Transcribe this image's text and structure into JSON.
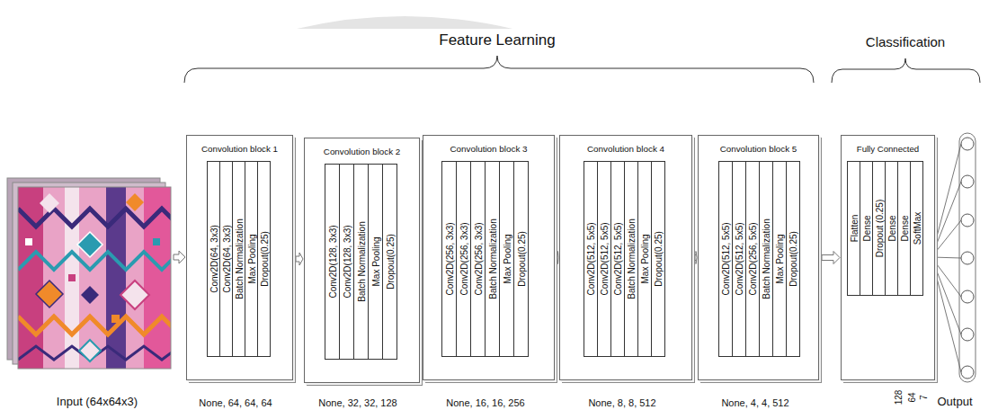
{
  "diagram": {
    "nodes": [
      {
        "text": [
          "Convolution block 1"
        ]
      },
      {
        "text": [
          "Conv2D(64, 3x3)"
        ],
        "in": 0
      },
      {
        "text": [
          "Conv2D(64, 3x3)"
        ],
        "in": 0
      },
      {
        "text": [
          "Batch Normalization"
        ],
        "in": 0
      },
      {
        "text": [
          "Max Pooling"
        ],
        "in": 0
      },
      {
        "text": [
          "Dropout(0.25)"
        ],
        "in": 0
      },
      {
        "text": [
          "Convolution block 2"
        ]
      },
      {
        "text": [
          "Conv2D(128, 3x3)"
        ],
        "in": 6
      },
      {
        "text": [
          "Conv2D(128, 3x3)"
        ],
        "in": 6
      },
      {
        "text": [
          "Batch Normalization"
        ],
        "in": 6
      },
      {
        "text": [
          "Max Pooling"
        ],
        "in": 6
      },
      {
        "text": [
          "Dropout(0.25)"
        ],
        "in": 6
      },
      {
        "text": [
          "Convolution block 3"
        ]
      },
      {
        "text": [
          "Conv2D(256, 3x3)"
        ],
        "in": 12
      },
      {
        "text": [
          "Conv2D(256, 3x3)"
        ],
        "in": 12
      },
      {
        "text": [
          "Conv2D(256, 3x3)"
        ],
        "in": 12
      },
      {
        "text": [
          "Batch Normalization"
        ],
        "in": 12
      },
      {
        "text": [
          "Max Pooling"
        ],
        "in": 12
      },
      {
        "text": [
          "Dropout(0.25)"
        ],
        "in": 12
      },
      {
        "text": [
          "Convolution block 4"
        ]
      },
      {
        "text": [
          "Conv2D(512, 5x5)"
        ],
        "in": 19
      },
      {
        "text": [
          "Conv2D(512, 5x5)"
        ],
        "in": 19
      },
      {
        "text": [
          "Conv2D(512, 5x5)"
        ],
        "in": 19
      },
      {
        "text": [
          "Batch Normalization"
        ],
        "in": 19
      },
      {
        "text": [
          "Max Pooling"
        ],
        "in": 19
      },
      {
        "text": [
          "Dropout(0.25)"
        ],
        "in": 19
      },
      {
        "text": [
          "Convolution block 5"
        ]
      },
      {
        "text": [
          "Conv2D(512, 5x5)"
        ],
        "in": 26
      },
      {
        "text": [
          "Conv2D(512, 5x5)"
        ],
        "in": 26
      },
      {
        "text": [
          "Conv2D(256, 5x5)"
        ],
        "in": 26
      },
      {
        "text": [
          "Batch Normalization"
        ],
        "in": 26
      },
      {
        "text": [
          "Max Pooling"
        ],
        "in": 26
      },
      {
        "text": [
          "Dropout(0.25)"
        ],
        "in": 26
      },
      {
        "text": [
          "Fully Connected"
        ]
      },
      {
        "text": [
          "Flatten"
        ],
        "in": 33
      },
      {
        "text": [
          "Dense"
        ],
        "in": 33
      },
      {
        "text": [
          "Dropout (0.25)"
        ],
        "in": 33
      },
      {
        "text": [
          "Dense"
        ],
        "in": 33
      },
      {
        "text": [
          "Dense"
        ],
        "in": 33
      },
      {
        "text": [
          "SoftMax"
        ],
        "in": 33
      }
    ],
    "edges": [
      {
        "from": 0,
        "to": 6,
        "arrow": "to"
      },
      {
        "from": 6,
        "to": 12,
        "arrow": "to"
      },
      {
        "from": 12,
        "to": 19,
        "arrow": "to"
      },
      {
        "from": 19,
        "to": 26,
        "arrow": "to"
      },
      {
        "from": 26,
        "to": 33,
        "arrow": "to"
      }
    ],
    "labels": [
      "Feature Learning",
      "Classification",
      "Input (64x64x3)",
      "None, 64, 64, 64",
      "None, 32, 32, 128",
      "None, 16, 16, 256",
      "None, 8, 8, 512",
      "None, 4, 4, 512",
      "128",
      "64",
      "7",
      "Output"
    ]
  }
}
